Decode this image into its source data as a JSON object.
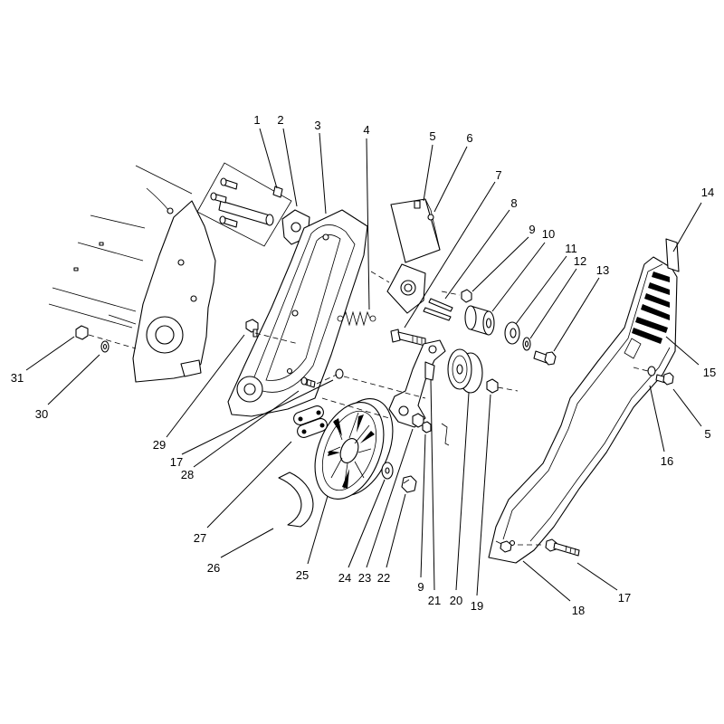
{
  "colors": {
    "line": "#000000",
    "background": "#ffffff"
  },
  "callouts": [
    "1",
    "2",
    "3",
    "4",
    "5",
    "6",
    "7",
    "8",
    "9",
    "10",
    "11",
    "12",
    "13",
    "14",
    "15",
    "5",
    "16",
    "17",
    "18",
    "19",
    "20",
    "21",
    "9",
    "22",
    "23",
    "24",
    "25",
    "26",
    "27",
    "28",
    "17",
    "29",
    "30",
    "31"
  ]
}
